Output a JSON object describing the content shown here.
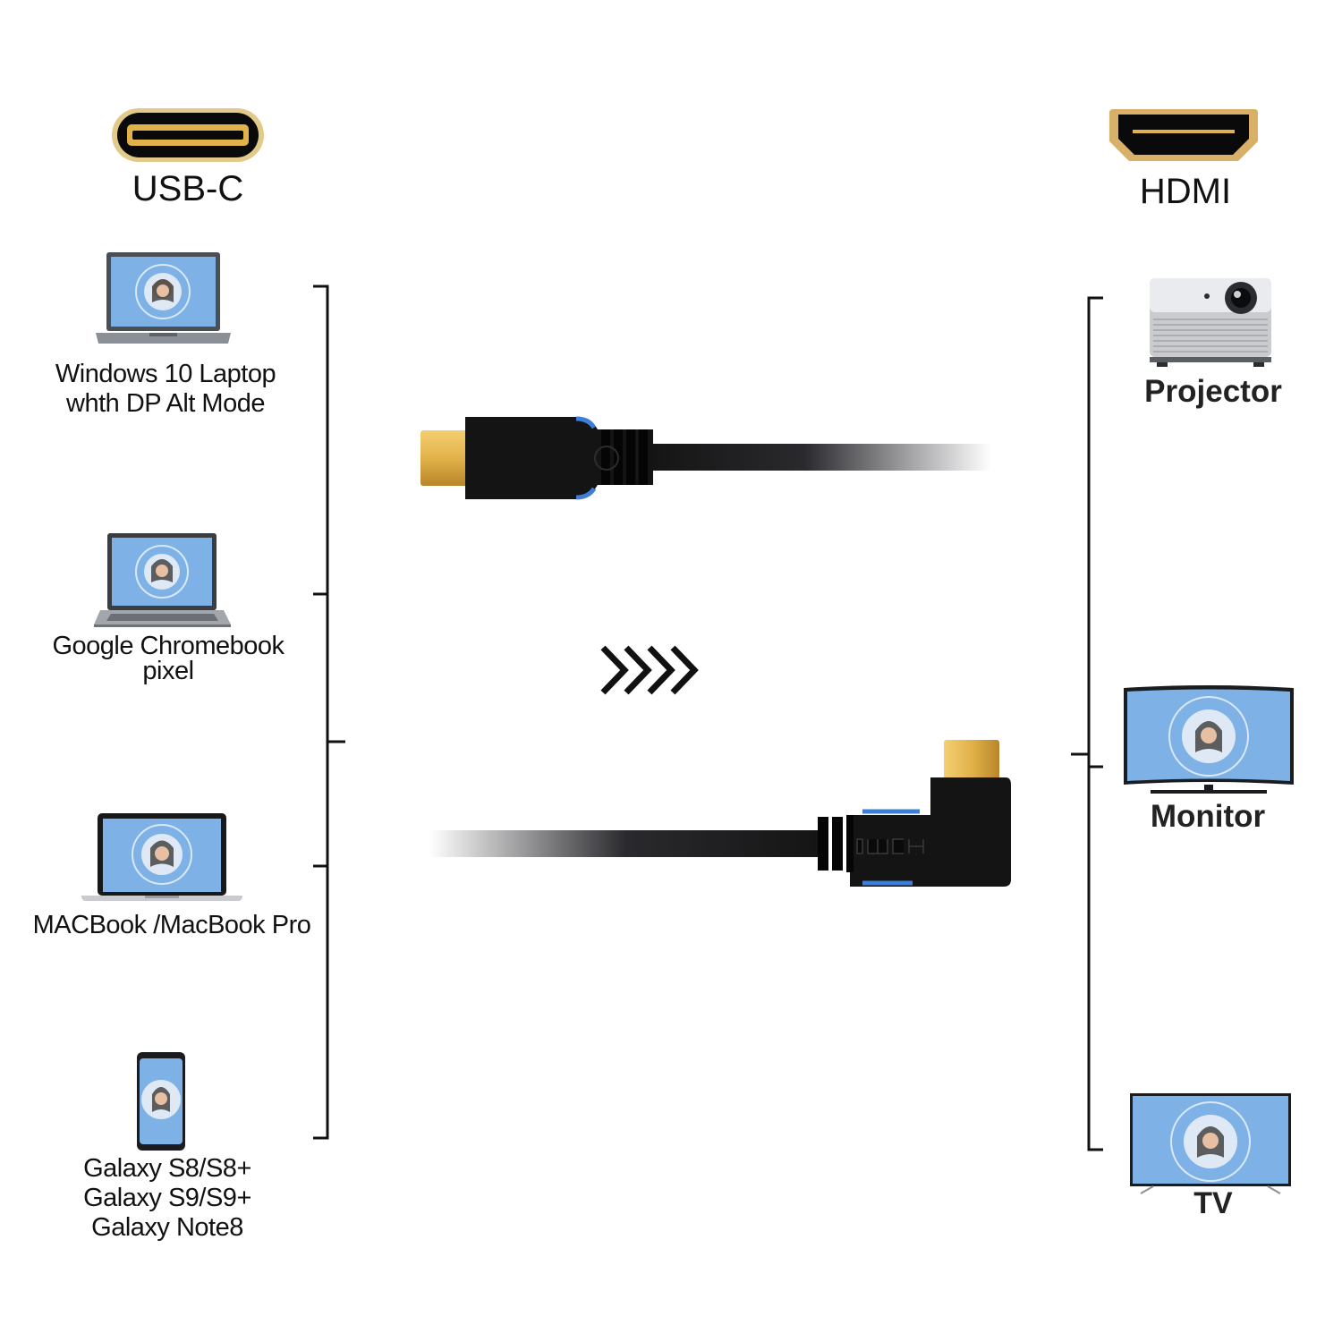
{
  "ports": {
    "left_label": "USB-C",
    "right_label": "HDMI",
    "left_icon": "usb-c-port-icon",
    "right_icon": "hdmi-port-icon"
  },
  "source_devices": [
    {
      "icon": "windows-laptop-icon",
      "lines": [
        "Windows 10 Laptop",
        "whth DP Alt Mode"
      ]
    },
    {
      "icon": "chromebook-icon",
      "lines": [
        "Google Chromebook",
        "pixel"
      ]
    },
    {
      "icon": "macbook-icon",
      "lines": [
        "MACBook /MacBook Pro"
      ]
    },
    {
      "icon": "phone-icon",
      "lines": [
        "Galaxy S8/S8+",
        "Galaxy S9/S9+",
        "Galaxy Note8"
      ]
    }
  ],
  "target_devices": [
    {
      "icon": "projector-icon",
      "label": "Projector"
    },
    {
      "icon": "monitor-icon",
      "label": "Monitor"
    },
    {
      "icon": "tv-icon",
      "label": "TV"
    }
  ],
  "cable": {
    "usb_c_connector": "usb-c-connector-icon",
    "hdmi_connector": "hdmi-connector-icon",
    "direction_icon": "chevrons-right-icon"
  },
  "colors": {
    "gold": "#e2b24a",
    "gold_dark": "#b8862a",
    "cable_black": "#141414",
    "accent_blue": "#3d7fd6",
    "screen_blue": "#6fa6e0"
  }
}
